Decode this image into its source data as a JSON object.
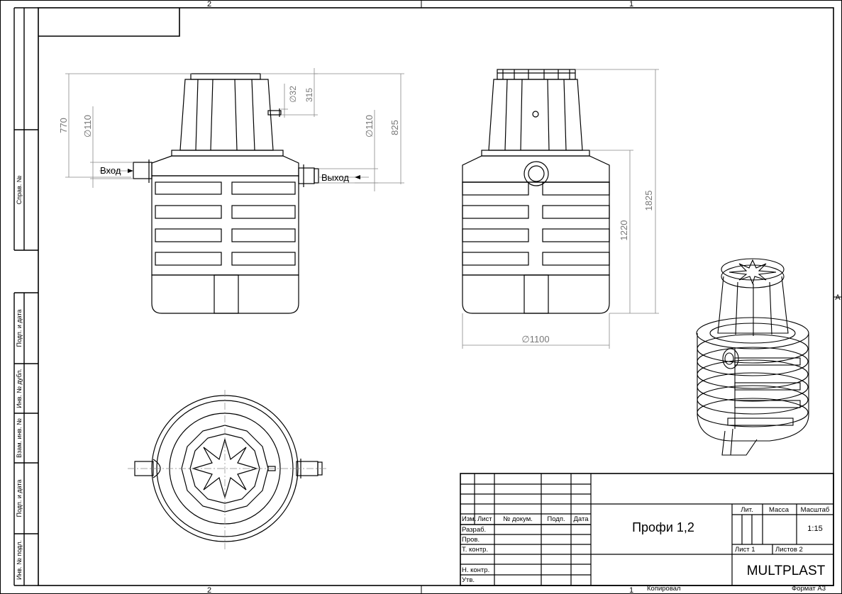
{
  "frame": {
    "zone_top_left": "2",
    "zone_top_right": "1",
    "zone_bottom_left": "2",
    "zone_bottom_right": "1",
    "zone_right": "A"
  },
  "left_strip": {
    "sprav_no": "Справ. №",
    "podp_data_1": "Подп. и дата",
    "inv_dubl": "Инв. № дубл.",
    "vzam_inv": "Взам. инв. №",
    "podp_data_2": "Подп. и дата",
    "inv_podl": "Инв. № подл."
  },
  "front_view": {
    "dim_770": "770",
    "dim_d110_in": "∅110",
    "dim_d32": "∅32",
    "dim_315": "315",
    "dim_d110_out": "∅110",
    "dim_825": "825",
    "inlet_label": "Вход",
    "outlet_label": "Выход"
  },
  "side_view": {
    "dim_1825": "1825",
    "dim_1220": "1220",
    "dim_d1100": "∅1100"
  },
  "title_block": {
    "col_izm": "Изм.",
    "col_list": "Лист",
    "col_dokum": "№ докум.",
    "col_podp": "Подп.",
    "col_data": "Дата",
    "row_razrab": "Разраб.",
    "row_prov": "Пров.",
    "row_tkontr": "Т. контр.",
    "row_nkontr": "Н. контр.",
    "row_utv": "Утв.",
    "title": "Профи 1,2",
    "lit": "Лит.",
    "massa": "Масса",
    "masshtab": "Масштаб",
    "scale": "1:15",
    "list": "Лист 1",
    "listov": "Листов 2",
    "company": "MULTPLAST"
  },
  "footer": {
    "kopiroval": "Копировал",
    "format": "Формат А3"
  }
}
